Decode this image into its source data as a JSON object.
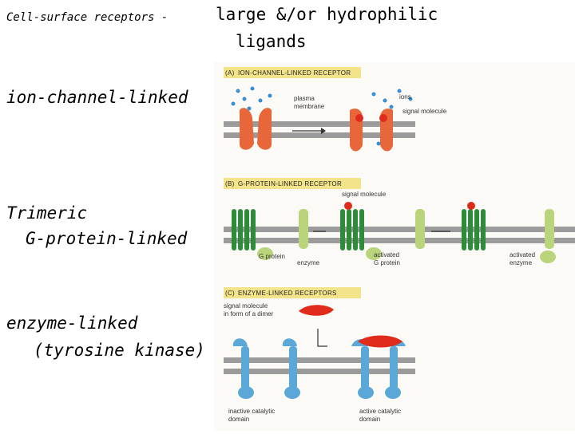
{
  "title": {
    "prefix": "Cell-surface receptors -",
    "main_line1": "large &/or hydrophilic",
    "main_line2": "ligands"
  },
  "sections": [
    {
      "label_lines": [
        "ion-channel-linked"
      ]
    },
    {
      "label_lines": [
        "Trimeric",
        "G-protein-linked"
      ]
    },
    {
      "label_lines": [
        "enzyme-linked",
        "(tyrosine kinase)"
      ]
    }
  ],
  "figure": {
    "panel_a": {
      "tag": "(A)",
      "title": "ION-CHANNEL-LINKED RECEPTOR",
      "labels": {
        "ions": "ions",
        "plasma_membrane_1": "plasma",
        "plasma_membrane_2": "membrane",
        "signal_molecule": "signal molecule"
      }
    },
    "panel_b": {
      "tag": "(B)",
      "title": "G-PROTEIN-LINKED RECEPTOR",
      "labels": {
        "signal_molecule": "signal molecule",
        "g_protein": "G protein",
        "enzyme": "enzyme",
        "activated_1": "activated",
        "g_protein_2": "G protein",
        "activated_2": "activated",
        "enzyme_2": "enzyme"
      }
    },
    "panel_c": {
      "tag": "(C)",
      "title": "ENZYME-LINKED RECEPTORS",
      "labels": {
        "signal_1": "signal molecule",
        "signal_2": "in form of a dimer",
        "inactive_1": "inactive catalytic",
        "inactive_2": "domain",
        "active_1": "active catalytic",
        "active_2": "domain"
      }
    },
    "colors": {
      "banner": "#f3e38a",
      "membrane": "#9b9b9b",
      "channel": "#e8673a",
      "ion": "#3a8fd0",
      "receptor_green": "#2e8b3a",
      "gprotein_light": "#b9d47a",
      "signal_red": "#e02a1a",
      "enzyme_blue": "#5aa8d8"
    }
  }
}
